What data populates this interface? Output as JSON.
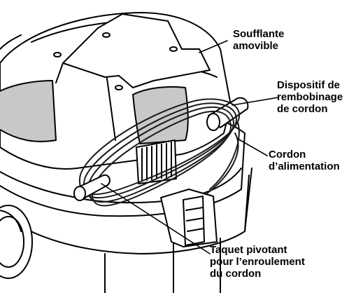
{
  "labels": {
    "blower": {
      "lines": [
        "Soufflante",
        "amovible"
      ]
    },
    "cord_rewind": {
      "lines": [
        "Dispositif de",
        "rembobinage",
        "de cordon"
      ]
    },
    "power_cord": {
      "lines": [
        "Cordon",
        "d’alimentation"
      ]
    },
    "swivel_hook": {
      "lines": [
        "Taquet pivotant",
        "pour l’enroulement",
        "du cordon"
      ]
    }
  },
  "colors": {
    "line": "#000000",
    "fill": "#ffffff",
    "shade": "#c8c8c8",
    "cord": "#1a1a1a"
  }
}
